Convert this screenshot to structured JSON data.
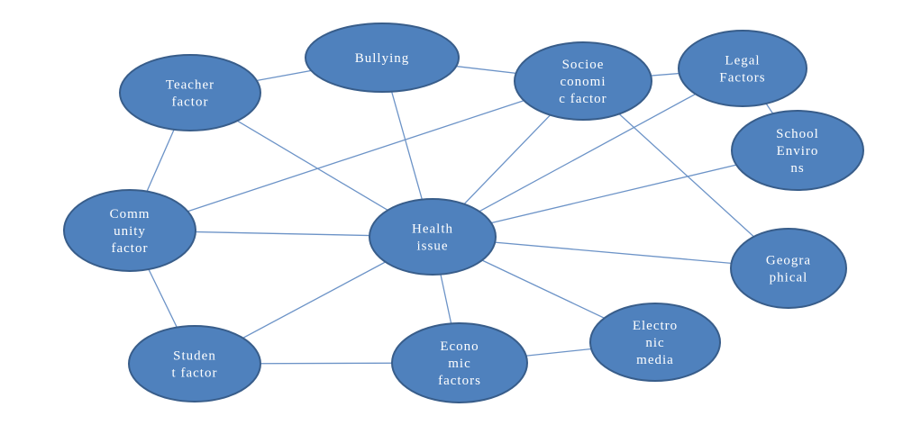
{
  "colors": {
    "node_fill": "#4F81BD",
    "node_stroke": "#385D8A",
    "edge": "#6C93C7",
    "text": "#FFFFFF"
  },
  "nodes": [
    {
      "id": "health",
      "lines": [
        "Health",
        "issue"
      ]
    },
    {
      "id": "bullying",
      "lines": [
        "Bullying"
      ]
    },
    {
      "id": "teacher",
      "lines": [
        "Teacher",
        "factor"
      ]
    },
    {
      "id": "socio",
      "lines": [
        "Socioe",
        "conomi",
        "c factor"
      ]
    },
    {
      "id": "legal",
      "lines": [
        "Legal",
        "Factors"
      ]
    },
    {
      "id": "school",
      "lines": [
        "School",
        "Enviro",
        "ns"
      ]
    },
    {
      "id": "community",
      "lines": [
        "Comm",
        "unity",
        "factor"
      ]
    },
    {
      "id": "geo",
      "lines": [
        "Geogra",
        "phical"
      ]
    },
    {
      "id": "student",
      "lines": [
        "Studen",
        "t factor"
      ]
    },
    {
      "id": "economic",
      "lines": [
        "Econo",
        "mic",
        "factors"
      ]
    },
    {
      "id": "electronic",
      "lines": [
        "Electro",
        "nic",
        "media"
      ]
    }
  ],
  "edges": [
    [
      "teacher",
      "bullying"
    ],
    [
      "bullying",
      "socio"
    ],
    [
      "socio",
      "legal"
    ],
    [
      "legal",
      "school"
    ],
    [
      "teacher",
      "community"
    ],
    [
      "teacher",
      "health"
    ],
    [
      "bullying",
      "health"
    ],
    [
      "socio",
      "health"
    ],
    [
      "legal",
      "health"
    ],
    [
      "school",
      "health"
    ],
    [
      "community",
      "health"
    ],
    [
      "geo",
      "health"
    ],
    [
      "student",
      "health"
    ],
    [
      "economic",
      "health"
    ],
    [
      "electronic",
      "health"
    ],
    [
      "community",
      "socio"
    ],
    [
      "socio",
      "geo"
    ],
    [
      "community",
      "student"
    ],
    [
      "student",
      "economic"
    ],
    [
      "economic",
      "electronic"
    ]
  ]
}
